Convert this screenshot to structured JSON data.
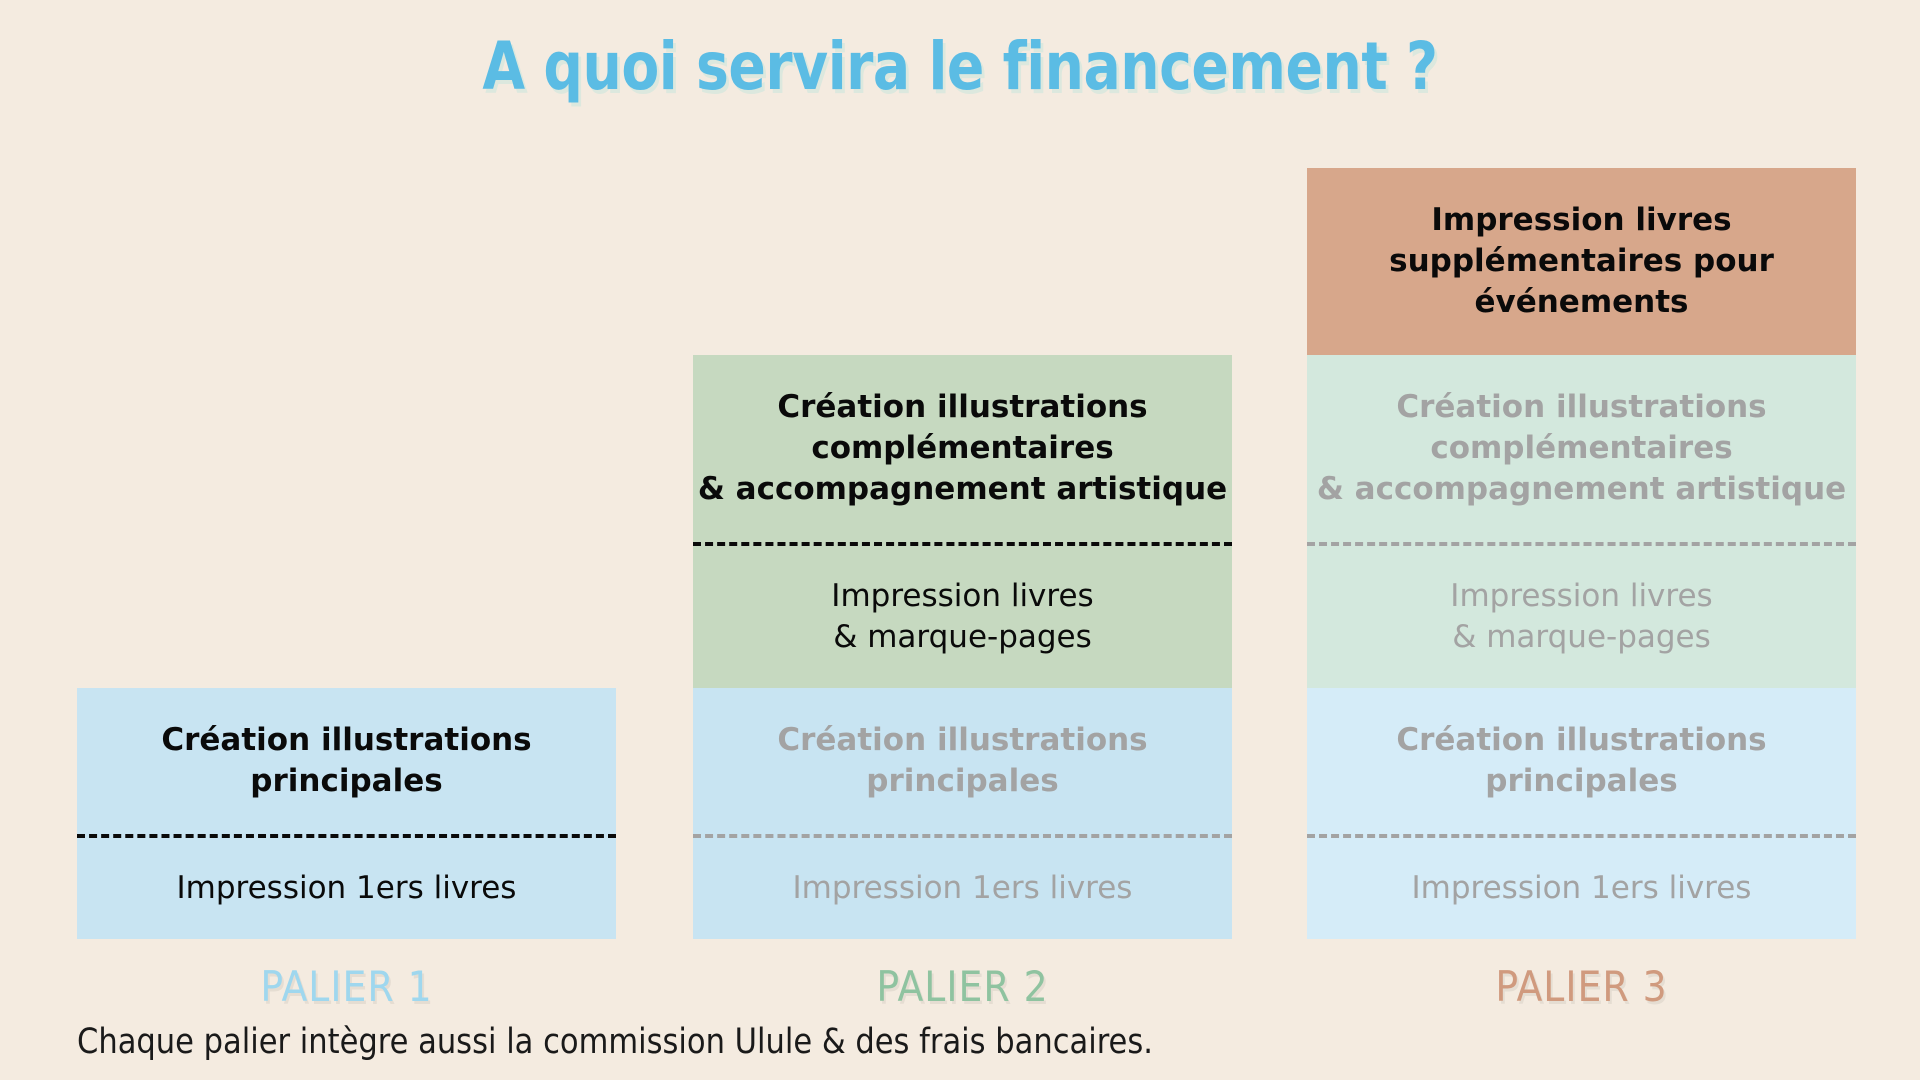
{
  "page": {
    "title": "A quoi servira le financement ?",
    "background_color": "#F4EBE0",
    "footnote": "Chaque palier intègre aussi la commission Ulule & des frais bancaires."
  },
  "colors": {
    "title_blue": "#5BBCE4",
    "title_shadow": "#DCE8DE",
    "blue_strong": "#C8E4F2",
    "blue_faded": "#D5ECF8",
    "green_strong": "#C6D9C0",
    "green_faded": "#D3E8DD",
    "terracotta": "#D7A78B",
    "active_text": "#0A0A0A",
    "faded_text": "#A3A3A3",
    "palier_1_label": "#9FD7EE",
    "palier_2_label": "#8FC3A0",
    "palier_3_label": "#D09A7E"
  },
  "columns": [
    {
      "id": "palier-1",
      "label": "PALIER 1",
      "label_color": "#9FD7EE",
      "blocks": [
        {
          "state": "active",
          "fill": "blue_strong",
          "heading": [
            "Création illustrations",
            "principales"
          ],
          "body": [
            "Impression 1ers livres"
          ],
          "has_divider": true
        }
      ]
    },
    {
      "id": "palier-2",
      "label": "PALIER 2",
      "label_color": "#8FC3A0",
      "blocks": [
        {
          "state": "active",
          "fill": "green_strong",
          "heading": [
            "Création illustrations",
            "complémentaires",
            "& accompagnement artistique"
          ],
          "body": [
            "Impression livres",
            "& marque-pages"
          ],
          "has_divider": true
        },
        {
          "state": "faded",
          "fill": "blue_strong",
          "heading": [
            "Création illustrations",
            "principales"
          ],
          "body": [
            "Impression 1ers livres"
          ],
          "has_divider": true
        }
      ]
    },
    {
      "id": "palier-3",
      "label": "PALIER 3",
      "label_color": "#D09A7E",
      "blocks": [
        {
          "state": "active",
          "fill": "terracotta",
          "heading": [
            "Impression livres",
            "supplémentaires pour",
            "événements"
          ],
          "body": [],
          "has_divider": false
        },
        {
          "state": "faded",
          "fill": "green_faded",
          "heading": [
            "Création illustrations",
            "complémentaires",
            "& accompagnement artistique"
          ],
          "body": [
            "Impression livres",
            "& marque-pages"
          ],
          "has_divider": true
        },
        {
          "state": "faded",
          "fill": "blue_faded",
          "heading": [
            "Création illustrations",
            "principales"
          ],
          "body": [
            "Impression 1ers livres"
          ],
          "has_divider": true
        }
      ]
    }
  ]
}
